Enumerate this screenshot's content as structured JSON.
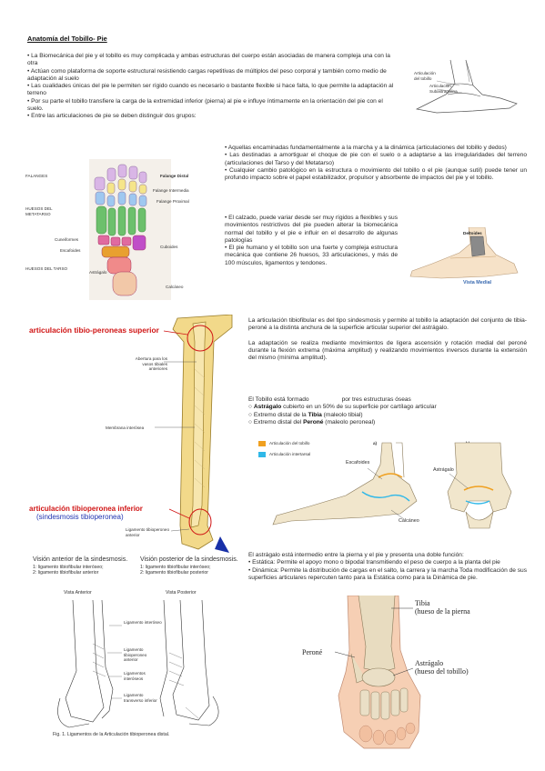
{
  "title": "Anatomía del Tobillo- Pie",
  "intro_paragraphs": [
    "• La Biomecánica del pie y el tobillo es muy complicada y ambas estructuras del cuerpo están asociadas de manera compleja una con la otra",
    "• Actúan como plataforma de soporte estructural resistiendo cargas repetitivas de múltiplos del peso corporal y también como medio de adaptación al suelo",
    "• Las cualidades únicas del pie le permiten ser rígido cuando es necesario o bastante flexible si hace falta, lo que permite la adaptación al terreno",
    "• Por su parte el tobillo transfiere la carga de la extremidad inferior (pierna) al pie e influye íntimamente en la orientación del pie con el suelo.",
    "• Entre las articulaciones de pie se deben distinguir dos grupos:"
  ],
  "right_paragraphs": [
    "• Aquellas encaminadas fundamentalmente a la marcha y a la dinámica (articulaciones del tobillo y dedos)",
    "• Las destinadas a amortiguar el choque de pie con el suelo o a adaptarse a las irregularidades del terreno (articulaciones del Tarso y del Metatarso)",
    "• Cualquier cambio patológico en la estructura o movimiento del tobillo o el pie (aunque sutil) puede tener un profundo impacto sobre el papel estabilizador, propulsor y absorbente de impactos del pie y el tobillo."
  ],
  "narrow_paragraphs": [
    "• El calzado, puede variar desde ser muy rígidos a flexibles y sus movimientos restrictivos del pie pueden alterar la biomecánica normal del tobillo y el pie e influir en el desarrollo de algunas patologías",
    "• El pie humano y el tobillo son una fuerte y compleja estructura mecánica que contiene 26 huesos, 33 articulaciones, y más de 100 músculos, ligamentos y tendones."
  ],
  "foot_figure": {
    "left_labels": [
      "FALANGES",
      "HUESOS DEL METATARSO",
      "HUESOS DEL TARSO"
    ],
    "right_labels": [
      "Falange Distal",
      "Falange Intermedia",
      "Falange Proximal",
      "Cuneiformes",
      "Cuboides",
      "Escafoides",
      "Astrágalo",
      "Calcáneo"
    ]
  },
  "top_right_figure": {
    "labels": [
      "Articulación del tobillo",
      "Articulación Subastragalina"
    ]
  },
  "medial_figure": {
    "label": "Deltoides",
    "caption": "Vista Medial"
  },
  "tibia_figure": {
    "top_red": "articulación tibio-peroneas superior",
    "labels": [
      "Abertura para los vasos tibiales anteriores",
      "Membrana interósea",
      "Ligamento tibioperoneo anterior"
    ],
    "bottom_red": "articulación tibioperonea inferior",
    "bottom_blue": "(sindesmosis tibioperonea)"
  },
  "middle_right": {
    "p1": "La articulación tibiofibular es del tipo sindesmosis y permite al tobillo la adaptación del conjunto de tibia-peroné a la distinta anchura de la superficie articular superior del astrágalo.",
    "p2": "La adaptación se realiza mediante movimientos de ligera ascensión y rotación medial del peroné durante la flexión extrema (máxima amplitud) y realizando movimientos inversos durante la extensión del mismo (mínima amplitud).",
    "intro_a": "El  Tobillo está formado",
    "intro_b": "por tres estructuras óseas",
    "items": [
      {
        "prefix": "○ ",
        "bold": "Astrágalo",
        "rest": " cubierto en un 50% de su superficie por cartílago articular"
      },
      {
        "prefix": "○ Extremo distal de la ",
        "bold": "Tibia",
        "rest": " (maleolo tibial)"
      },
      {
        "prefix": "○ Extremo distal del ",
        "bold": "Peroné",
        "rest": " (maleolo peroneal)"
      }
    ]
  },
  "legend": {
    "orange": "Articulación del tobillo",
    "blue": "Articulación intertarsal",
    "a": "a)",
    "b": "b)"
  },
  "articulation_figure_labels": [
    "Escafoides",
    "Astrágalo",
    "Calcáneo"
  ],
  "vision_anterior": {
    "title": "Visión anterior de la sindesmosis.",
    "items": [
      "1: ligamento tibiofibular interóseo;",
      "2: ligamento tibiofibular anterior"
    ]
  },
  "vision_posterior": {
    "title": "Visión posterior de la sindesmosis.",
    "items": [
      "1: ligamento tibiofibular interóseo;",
      "2: ligamento tibiofibular posterior"
    ]
  },
  "syndesmosis_figure": {
    "header_left": "Vista Anterior",
    "header_right": "Vista Posterior",
    "labels": [
      "Ligamento interóseo",
      "Ligamento tibioperoneo anterior",
      "Ligamentos interóseos",
      "Ligamento transverso inferior"
    ],
    "caption": "Fig. 1. Ligamentos de la Articulación tibioperonea distal."
  },
  "bottom_right": {
    "intro": "El astrágalo está intermedio entre la pierna y el pie y presenta una doble función:",
    "items": [
      "• Estática: Permite el apoyo mono o bipodal transmitiendo el peso de cuerpo a la planta del pie",
      "• Dinámica: Permite la distribución de cargas en el salto, la carrera y la marcha Toda modificación de sus superficies articulares repercuten tanto para la Estática como para la Dinámica de pie."
    ]
  },
  "ankle_figure": {
    "tibia": "Tibia",
    "tibia_sub": "(hueso de la pierna",
    "perone": "Peroné",
    "astragalo": "Astrágalo",
    "astragalo_sub": "(hueso del tobillo)"
  },
  "colors": {
    "red": "#d01414",
    "blue": "#2033b0",
    "orange": "#f0a020",
    "cyan": "#30b8e8",
    "bone": "#f2d98a"
  }
}
